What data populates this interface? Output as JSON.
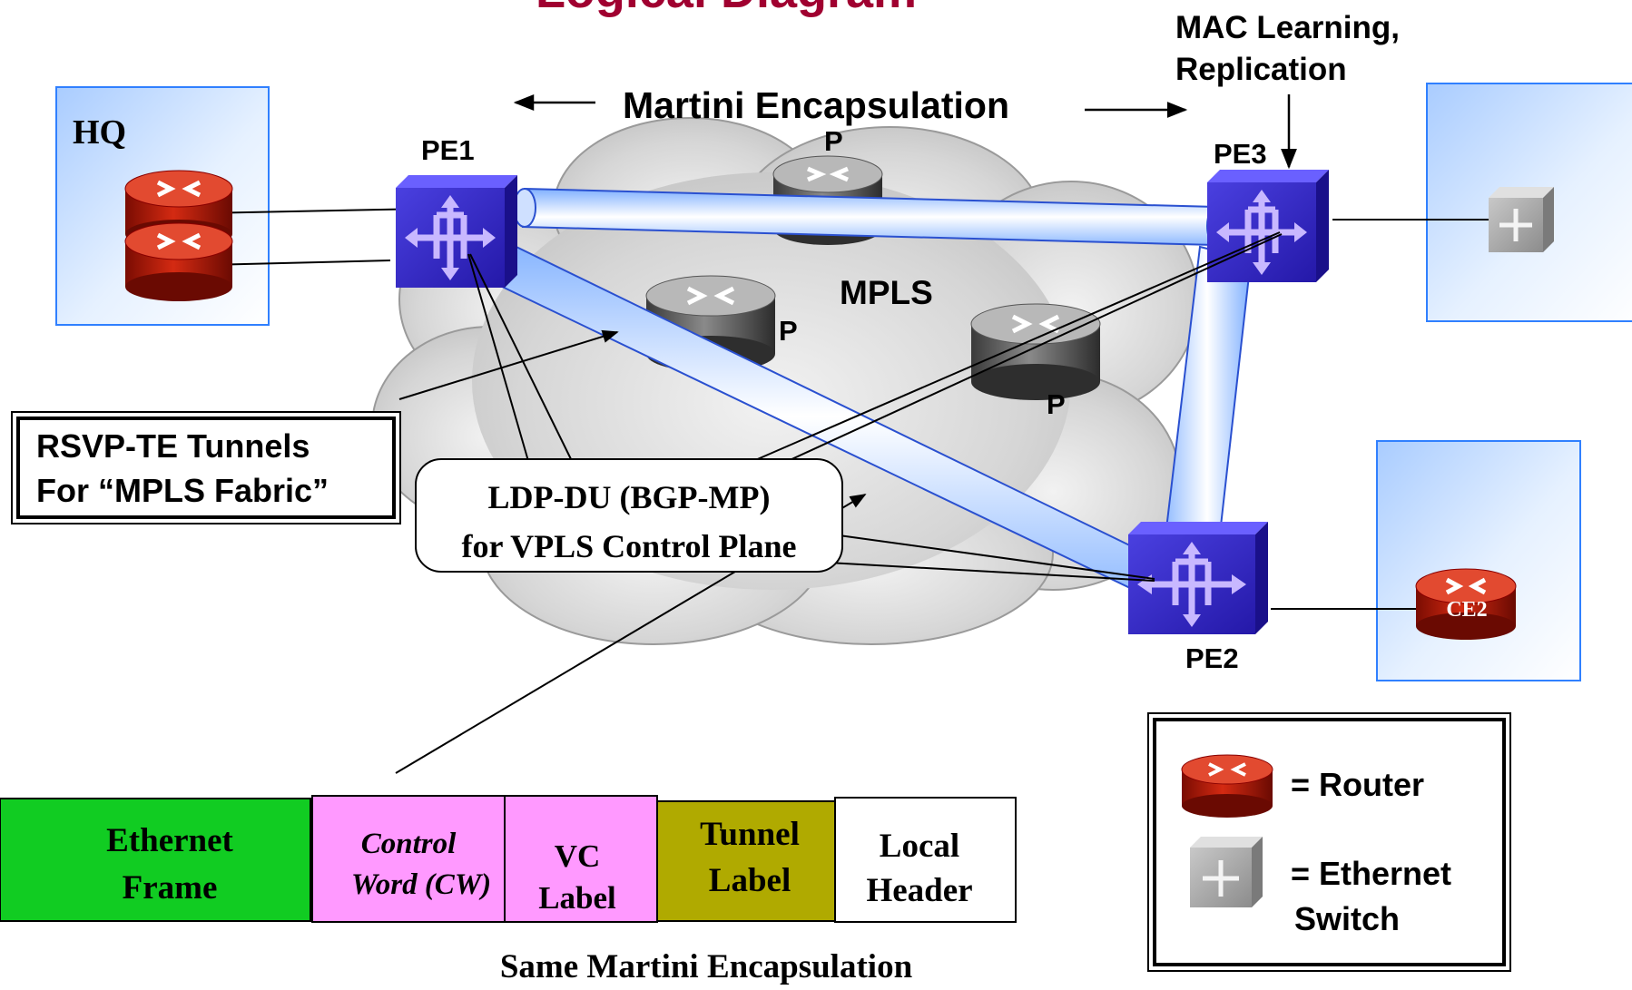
{
  "title_fragment": "Logical Diagram",
  "colors": {
    "title": "#a00030",
    "site_box": "#cfe4ff",
    "router": "#c01808",
    "pe_switch": "#3a2fc8",
    "p_router": "#707070",
    "tunnel": "#b8d6ff",
    "frame_ethernet": "#11cc22",
    "frame_cw": "#ff99ff",
    "frame_vc": "#ff99ff",
    "frame_tunnel": "#b0aa00",
    "frame_local": "#ffffff"
  },
  "labels": {
    "hq": "HQ",
    "pe1": "PE1",
    "pe2": "PE2",
    "pe3": "PE3",
    "p_top": "P",
    "p_mid": "P",
    "p_right": "P",
    "mpls": "MPLS",
    "ce2": "CE2",
    "martini_encap": "Martini Encapsulation",
    "mac_learning_line1": "MAC Learning,",
    "mac_learning_line2": "Replication",
    "rsvp_line1": "RSVP-TE Tunnels",
    "rsvp_line2": "For “MPLS Fabric”",
    "ldp_line1": "LDP-DU (BGP-MP)",
    "ldp_line2": "for VPLS Control Plane",
    "same_martini": "Same Martini Encapsulation"
  },
  "frame": {
    "ethernet": [
      "Ethernet",
      "Frame"
    ],
    "cw": [
      "Control",
      "Word (CW)"
    ],
    "vc": [
      "VC",
      "Label"
    ],
    "tunnel": [
      "Tunnel",
      "Label"
    ],
    "local": [
      "Local",
      "Header"
    ]
  },
  "legend": {
    "router": "= Router",
    "switch_line1": "= Ethernet",
    "switch_line2": "Switch"
  },
  "icons": {
    "router": "router-icon",
    "pe": "pe-switch-icon",
    "switch": "ethernet-switch-icon",
    "cloud": "mpls-cloud"
  }
}
